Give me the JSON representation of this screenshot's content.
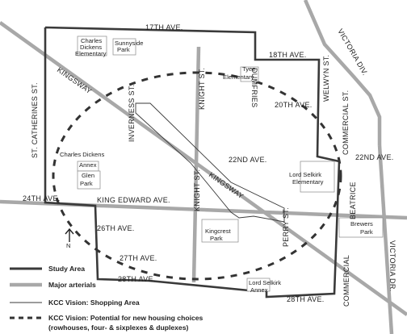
{
  "streets": {
    "ave17": "17TH AVE.",
    "ave18": "18TH AVE.",
    "ave20": "20TH AVE.",
    "ave22a": "22ND AVE.",
    "ave22b": "22ND AVE.",
    "ave24": "24TH AVE.",
    "king_edward": "KING EDWARD AVE.",
    "ave26": "26TH AVE.",
    "ave27": "27TH AVE.",
    "ave28a": "28TH AVE.",
    "ave28b": "28TH AVE.",
    "kingsway_a": "KINGSWAY",
    "kingsway_b": "KINGSWAY",
    "victoria_div": "VICTORIA DIV.",
    "victoria_dr": "VICTORIA DR.",
    "st_catherines": "ST. CATHERINES ST.",
    "inverness": "INVERNESS ST.",
    "knight_a": "KNIGHT ST.",
    "knight_b": "KNIGHT ST.",
    "dumfries": "DUMFRIES",
    "welwyn": "WELWYN ST.",
    "commercial_a": "COMMERCIAL ST.",
    "commercial_b": "COMMERCIAL",
    "perry": "PERRY ST.",
    "beatrice": "BEATRICE"
  },
  "places": {
    "charles_dickens_1": "Charles",
    "charles_dickens_2": "Dickens",
    "charles_dickens_3": "Elementary",
    "sunnyside_1": "Sunnyside",
    "sunnyside_2": "Park",
    "tyee_1": "Tyee",
    "tyee_2": "Elementary",
    "annex_1": "Charles Dickens",
    "annex_2": "Annex",
    "glen_1": "Glen",
    "glen_2": "Park",
    "lord_selkirk_1": "Lord Selkirk",
    "lord_selkirk_2": "Elementary",
    "kingcrest_1": "Kingcrest",
    "kingcrest_2": "Park",
    "brewers_1": "Brewers",
    "brewers_2": "Park",
    "selkirk_annex_1": "Lord Selkirk",
    "selkirk_annex_2": "Annex"
  },
  "north_arrow": {
    "label": "N"
  },
  "legend": {
    "study_area": "Study Area",
    "major_arterials": "Major arterials",
    "shopping_area": "KCC Vision: Shopping Area",
    "housing_line1": "KCC Vision: Potential for new housing choices",
    "housing_line2": "(rowhouses, four- & sixplexes & duplexes)"
  },
  "colors": {
    "study_area": "#3a3a3a",
    "arterial": "#a8a8a8",
    "shopping": "#3a3a3a",
    "housing": "#333333"
  }
}
